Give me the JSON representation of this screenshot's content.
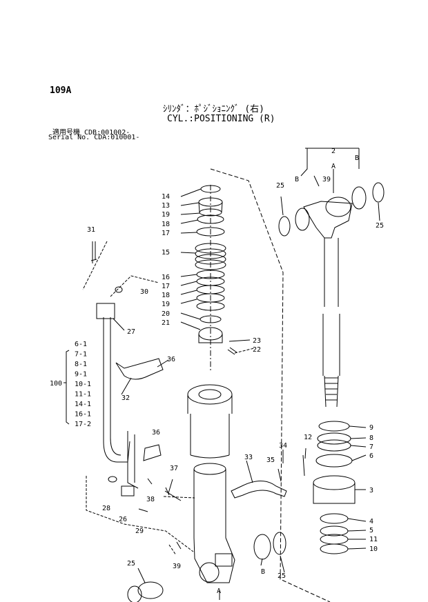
{
  "page": {
    "code": "109A",
    "title_jp": "ｼﾘﾝﾀﾞ：ﾎﾟｼﾞｼｮﾆﾝｸﾞ (右)",
    "title_en": "CYL.:POSITIONING (R)",
    "serial_line1": "適用号機 CDB:001002-",
    "serial_line2": "Serial No. CDA:010001-"
  },
  "group_label": "100",
  "group_items": [
    "6-1",
    "7-1",
    "8-1",
    "9-1",
    "10-1",
    "11-1",
    "14-1",
    "16-1",
    "17-2"
  ],
  "callouts": {
    "c14": "14",
    "c13": "13",
    "c19a": "19",
    "c18a": "18",
    "c17a": "17",
    "c15": "15",
    "c16": "16",
    "c17b": "17",
    "c18b": "18",
    "c19b": "19",
    "c20": "20",
    "c21": "21",
    "c23": "23",
    "c22": "22",
    "c31": "31",
    "c30": "30",
    "c27": "27",
    "c36a": "36",
    "c32": "32",
    "c36b": "36",
    "c37": "37",
    "c38": "38",
    "c28": "28",
    "c26": "26",
    "c29": "29",
    "c33": "33",
    "c35": "35",
    "c34": "34",
    "c12": "12",
    "c9": "9",
    "c8": "8",
    "c7": "7",
    "c6": "6",
    "c3": "3",
    "c4": "4",
    "c5": "5",
    "c11": "11",
    "c10": "10",
    "c2": "2",
    "cA_top": "A",
    "cB_tl": "B",
    "cB_tr": "B",
    "c39a": "39",
    "c25_tl": "25",
    "c25_tr": "25",
    "c25_bl": "25",
    "c39b": "39",
    "cB_bot": "B",
    "c25_br": "25",
    "cA_bot": "A"
  }
}
